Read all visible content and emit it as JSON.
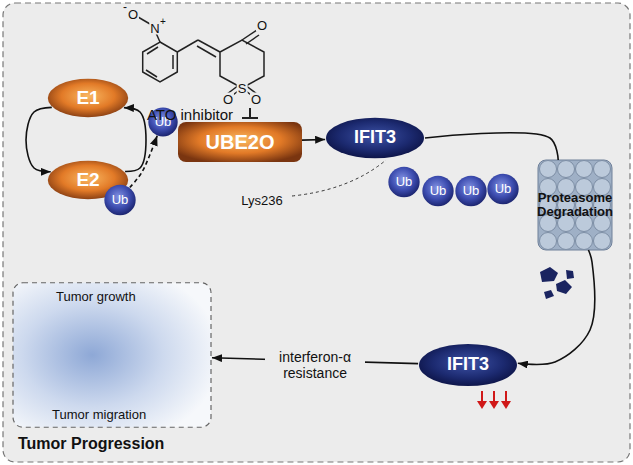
{
  "diagram": {
    "nodes": [
      {
        "text": [
          "E1"
        ]
      },
      {
        "text": [
          "E2"
        ]
      },
      {
        "text": [
          "Ub"
        ]
      },
      {
        "text": [
          "Ub"
        ]
      },
      {
        "text": [
          "UBE2O"
        ]
      },
      {
        "text": [
          "IFIT3"
        ]
      },
      {
        "text": [
          "Ub"
        ]
      },
      {
        "text": [
          "Ub"
        ]
      },
      {
        "text": [
          "Ub"
        ]
      },
      {
        "text": [
          "Ub"
        ]
      },
      {
        "text": [
          "Proteasome Degradation"
        ]
      },
      {
        "text": [
          "IFIT3"
        ]
      },
      {
        "text": [
          "Tumor growth",
          "Tumor migration",
          "Tumor Progression"
        ]
      }
    ],
    "edges": [
      {
        "from": 0,
        "to": 1,
        "arrow": "to"
      },
      {
        "from": 1,
        "to": 0,
        "arrow": "to"
      },
      {
        "from": 2,
        "to": 3,
        "arrow": "to"
      },
      {
        "from": 4,
        "to": 5,
        "arrow": "to"
      },
      {
        "from": 5,
        "to": 10,
        "arrow": "none"
      },
      {
        "from": 10,
        "to": 11,
        "arrow": "to"
      },
      {
        "from": 11,
        "to": 12,
        "label": "interferon-α resistance",
        "arrow": "to"
      }
    ],
    "labels": [
      "O",
      "-",
      "N",
      "+",
      "O",
      "S",
      "O",
      "O",
      "ATO inhibitor",
      "Lys236"
    ]
  }
}
